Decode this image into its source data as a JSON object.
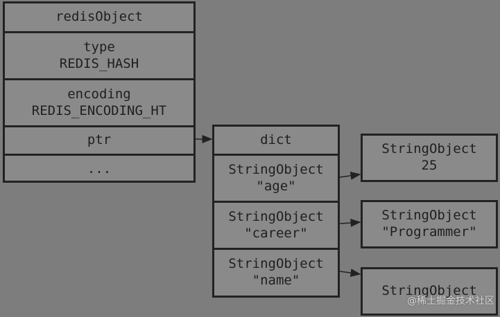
{
  "redis_object": {
    "title": "redisObject",
    "type_label": "type",
    "type_value": "REDIS_HASH",
    "encoding_label": "encoding",
    "encoding_value": "REDIS_ENCODING_HT",
    "ptr_label": "ptr",
    "more_label": "..."
  },
  "dict": {
    "title": "dict",
    "entries": [
      {
        "class_name": "StringObject",
        "key": "\"age\""
      },
      {
        "class_name": "StringObject",
        "key": "\"career\""
      },
      {
        "class_name": "StringObject",
        "key": "\"name\""
      }
    ]
  },
  "values": [
    {
      "class_name": "StringObject",
      "value": "25"
    },
    {
      "class_name": "StringObject",
      "value": "\"Programmer\""
    },
    {
      "class_name": "StringObject",
      "value": ""
    }
  ],
  "watermark": "@稀土掘金技术社区"
}
